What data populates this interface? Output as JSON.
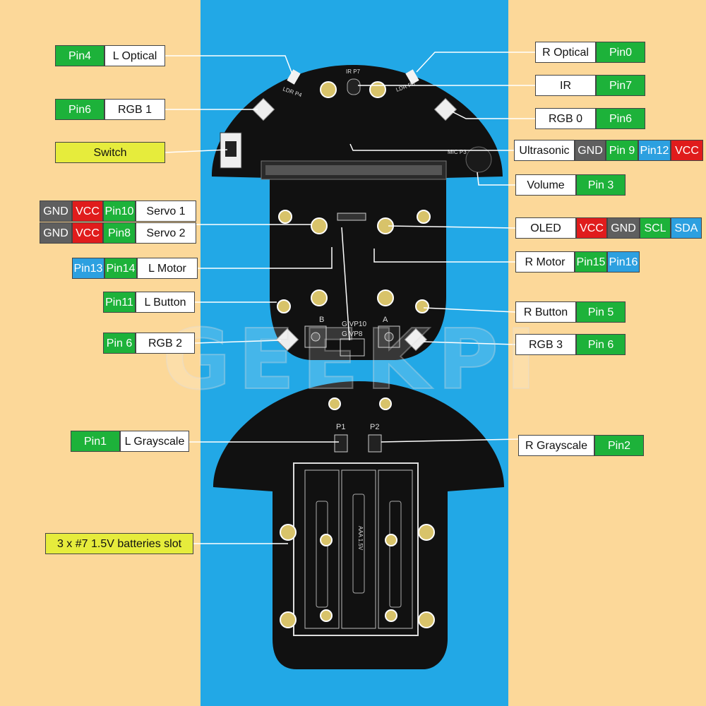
{
  "watermark": "GEEKPI",
  "board_silk": {
    "ir_p7": "IR  P7",
    "ldr_p4": "LDR  P4",
    "ldr_p0": "LDR P0",
    "mic_p3": "MIC P3",
    "btn_b": "B",
    "btn_a": "A",
    "gp10": "G VP10",
    "gp8": "G VP8",
    "p1": "P1",
    "p2": "P2",
    "aaa": "AAA 1.5V"
  },
  "callouts": {
    "l_optical": {
      "pin": "Pin4",
      "label": "L Optical"
    },
    "rgb1": {
      "pin": "Pin6",
      "label": "RGB 1"
    },
    "switch": {
      "label": "Switch"
    },
    "servo1": {
      "gnd": "GND",
      "vcc": "VCC",
      "pin": "Pin10",
      "label": "Servo 1"
    },
    "servo2": {
      "gnd": "GND",
      "vcc": "VCC",
      "pin": "Pin8",
      "label": "Servo 2"
    },
    "l_motor": {
      "pin_a": "Pin13",
      "pin_b": "Pin14",
      "label": "L Motor"
    },
    "l_button": {
      "pin": "Pin11",
      "label": "L Button"
    },
    "rgb2": {
      "pin": "Pin 6",
      "label": "RGB 2"
    },
    "l_gray": {
      "pin": "Pin1",
      "label": "L Grayscale"
    },
    "batteries": {
      "label": "3 x #7 1.5V batteries slot"
    },
    "r_optical": {
      "label": "R Optical",
      "pin": "Pin0"
    },
    "ir": {
      "label": "IR",
      "pin": "Pin7"
    },
    "rgb0": {
      "label": "RGB 0",
      "pin": "Pin6"
    },
    "ultrasonic": {
      "label": "Ultrasonic",
      "gnd": "GND",
      "pin_a": "Pin 9",
      "pin_b": "Pin12",
      "vcc": "VCC"
    },
    "volume": {
      "label": "Volume",
      "pin": "Pin 3"
    },
    "oled": {
      "label": "OLED",
      "vcc": "VCC",
      "gnd": "GND",
      "scl": "SCL",
      "sda": "SDA"
    },
    "r_motor": {
      "label": "R Motor",
      "pin_a": "Pin15",
      "pin_b": "Pin16"
    },
    "r_button": {
      "label": "R Button",
      "pin": "Pin 5"
    },
    "rgb3": {
      "label": "RGB 3",
      "pin": "Pin 6"
    },
    "r_gray": {
      "label": "R Grayscale",
      "pin": "Pin2"
    }
  }
}
